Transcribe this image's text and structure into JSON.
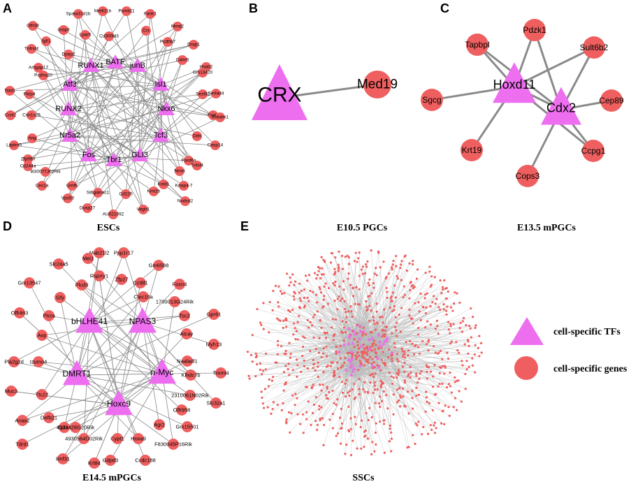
{
  "panel_letters": [
    "A",
    "B",
    "C",
    "D",
    "E"
  ],
  "captions": {
    "a": "ESCs",
    "b": "E10.5 PGCs",
    "c": "E13.5 mPGCs",
    "d": "E14.5 mPGCs",
    "e": "SSCs"
  },
  "legend": {
    "tf_label": "cell-specific TFs",
    "gene_label": "cell-specific genes"
  },
  "colors": {
    "tf": "#ee6ef0",
    "gene": "#ef5f5f",
    "edge": "#8a8a8a"
  },
  "networks": {
    "A": {
      "tfs": [
        "BATF",
        "RUNX1",
        "junB",
        "Atf3",
        "Isl1",
        "RUNX2",
        "Nkx6",
        "Nr5a2",
        "Tcf3",
        "Fos",
        "GLI3",
        "Tbr1"
      ],
      "genes": [
        "Spata31d1b",
        "Mettl11b",
        "Psmb11",
        "Fank1",
        "Olfr38",
        "Gstp3",
        "Lpar5",
        "Cd300ld3",
        "Crx",
        "Mmd2",
        "Igll1",
        "Pcdhb7",
        "Drap1",
        "Tnfrsf4",
        "Dpep2",
        "Calm5",
        "Hspb2",
        "Arhgap17",
        "Gm13420",
        "Pcdha20",
        "Serfad4",
        "Tstd1",
        "Sez6l2",
        "Fkrp4",
        "Ccnl2",
        "Csn1s26",
        "Foxi2",
        "Rhbdm1",
        "Ang",
        "Ddn",
        "Laptm5",
        "Casp14",
        "Zfp990",
        "Pard6a",
        "Cd244a",
        "I830077J02Rik",
        "Tnfsf4",
        "Nosn",
        "Ces1a",
        "Gmfb",
        "Kntd1",
        "Krtap4-7",
        "St6galnac1",
        "Cd226",
        "Kmt2b",
        "Vps50",
        "Nudcd2",
        "Dusp27",
        "Vegfr1",
        "AU021092"
      ]
    },
    "B": {
      "tfs": [
        "CRX"
      ],
      "genes": [
        "Med19"
      ]
    },
    "C": {
      "tfs": [
        "Hoxd11",
        "Cdx2"
      ],
      "genes": [
        "Pdzk1",
        "Tapbpl",
        "Sult6b2",
        "Sgcg",
        "Cep89",
        "Krt19",
        "Ccpg1",
        "Cops3"
      ]
    },
    "D": {
      "tfs": [
        "bHLHE41",
        "NPAS3",
        "DMRT1",
        "n-Myc",
        "Hoxc9"
      ],
      "genes": [
        "Mab21l2",
        "Mei1",
        "Ppp1r17",
        "Slc24a5",
        "Rsprry1",
        "Zfp27",
        "Gm6588",
        "Gm13547",
        "Plcd3",
        "Cct8l1",
        "Clec10a",
        "Foxn4",
        "Gfy",
        "1700013G24Rik",
        "Olfr463",
        "Ptcra",
        "Tsc2",
        "Gpr61",
        "Avp",
        "Atcay",
        "Pla2g2d",
        "Myh13",
        "Izumo4",
        "Naaladl1",
        "Muc3",
        "Ttc22",
        "Klhdc7b",
        "Treml4",
        "Acaa2",
        "Defb21",
        "2310061N02Rik",
        "Slc32a1",
        "Cplx4",
        "Tdrd1",
        "4933428G20Rik",
        "Olfr958",
        "4930564D02Rik",
        "Gm15501",
        "Rnf31",
        "Cypt1",
        "Hoxa9",
        "Agr2",
        "F830045P16Rik",
        "Gdpd3",
        "Krt84",
        "Ccdc188"
      ]
    }
  }
}
